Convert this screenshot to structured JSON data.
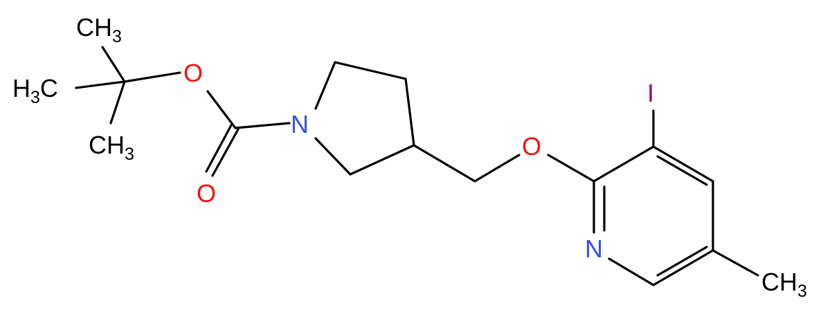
{
  "colors": {
    "bond": "#000000",
    "carbon": "#000000",
    "oxygen": "#ff0d0d",
    "nitrogen": "#3050f8",
    "iodine": "#940094"
  },
  "labels": {
    "ch3_top": {
      "main": "CH",
      "sub": "3"
    },
    "ch3_left": {
      "main": "H",
      "sub": "3",
      "tail": "C"
    },
    "ch3_low": {
      "main": "CH",
      "sub": "3"
    },
    "o_ester": "O",
    "o_carbonyl": "O",
    "n_pyrrolidine": "N",
    "o_ether": "O",
    "i_iodo": "I",
    "n_pyridine": "N",
    "ch3_right": {
      "main": "CH",
      "sub": "3"
    }
  }
}
